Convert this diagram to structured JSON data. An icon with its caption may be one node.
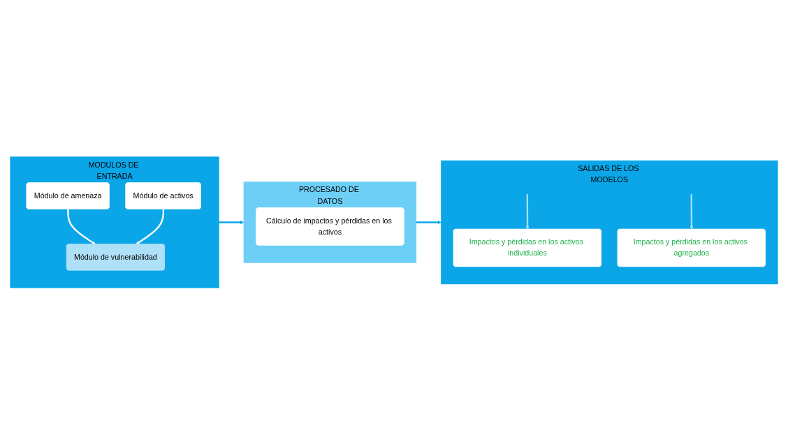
{
  "diagram": {
    "nodes": [
      {
        "text": [
          "MODULOS DE ENTRADA"
        ]
      },
      {
        "text": [
          "Módulo de amenaza"
        ],
        "in": 0
      },
      {
        "text": [
          "Módulo de vulnerabilidad"
        ],
        "in": 0
      },
      {
        "text": [
          "Módulo de activos"
        ],
        "in": 0
      },
      {
        "text": [
          "PROCESADO DE DATOS"
        ]
      },
      {
        "text": [
          "Cálculo de impactos y pérdidas en los activos"
        ],
        "in": 4
      },
      {
        "text": [
          "SALIDAS DE LOS MODELOS"
        ]
      },
      {
        "text": [
          "Impactos y pérdidas en los activos individuales"
        ],
        "in": 6
      },
      {
        "text": [
          "Impactos y pérdidas en los activos agregados"
        ],
        "in": 6
      }
    ],
    "edges": [
      {
        "from": 1,
        "to": 2,
        "arrow": "to",
        "color": "#ffffff"
      },
      {
        "from": 3,
        "to": 2,
        "arrow": "to",
        "color": "#ffffff"
      },
      {
        "from": 0,
        "to": 4,
        "arrow": "to",
        "color": "#0aa6e8"
      },
      {
        "from": 4,
        "to": 6,
        "arrow": "to",
        "color": "#0aa6e8"
      },
      {
        "from": null,
        "to": 7,
        "arrow": "to",
        "color": "#a8dcf5"
      },
      {
        "from": null,
        "to": 8,
        "arrow": "to",
        "color": "#a8dcf5"
      }
    ]
  }
}
